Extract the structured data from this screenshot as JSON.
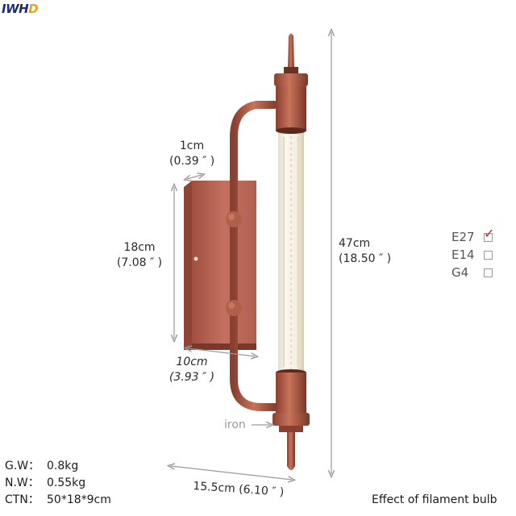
{
  "brand": {
    "logo_part1": "IWH",
    "logo_part2": "D",
    "colors": {
      "primary": "#1a2a7a",
      "accent": "#f0a020"
    }
  },
  "product": {
    "material_label": "iron",
    "finish_color": "#b5634a",
    "caption": "Effect of filament bulb"
  },
  "dimensions": {
    "depth": {
      "cm": "1cm",
      "inch": "(0.39 ″ )"
    },
    "plate_height": {
      "cm": "18cm",
      "inch": "(7.08 ″ )"
    },
    "plate_width": {
      "cm": "10cm",
      "inch": "(3.93 ″ )"
    },
    "total_height": {
      "cm": "47cm",
      "inch": "(18.50 ″ )"
    },
    "total_width": {
      "text": "15.5cm (6.10 ″ )"
    }
  },
  "sockets": [
    {
      "name": "E27",
      "checked": true
    },
    {
      "name": "E14",
      "checked": false
    },
    {
      "name": "G4",
      "checked": false
    }
  ],
  "specs": [
    {
      "key": "G.W：",
      "value": "0.8kg"
    },
    {
      "key": "N.W：",
      "value": "0.55kg"
    },
    {
      "key": "CTN：",
      "value": "50*18*9cm"
    }
  ]
}
